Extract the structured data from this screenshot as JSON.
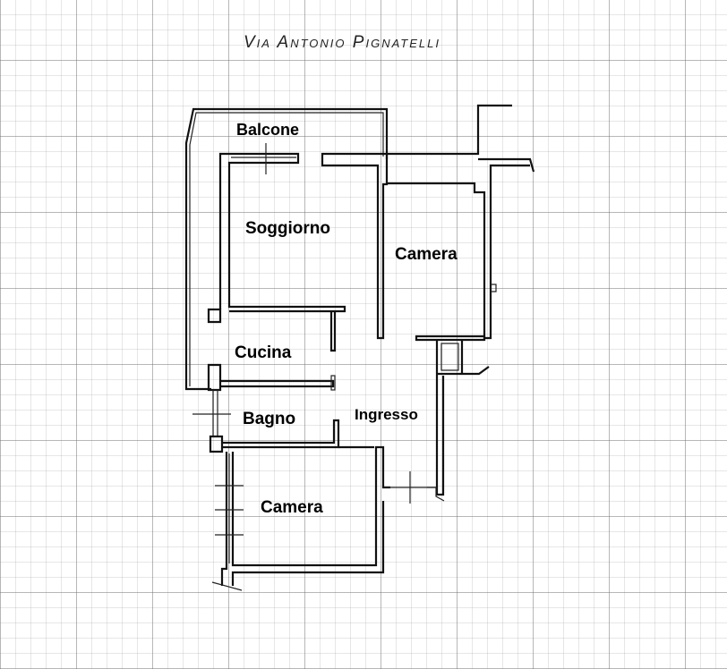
{
  "title": "Via Antonio Pignatelli",
  "rooms": {
    "balcone": "Balcone",
    "soggiorno": "Soggiorno",
    "camera_1": "Camera",
    "cucina": "Cucina",
    "bagno": "Bagno",
    "ingresso": "Ingresso",
    "camera_2": "Camera"
  }
}
